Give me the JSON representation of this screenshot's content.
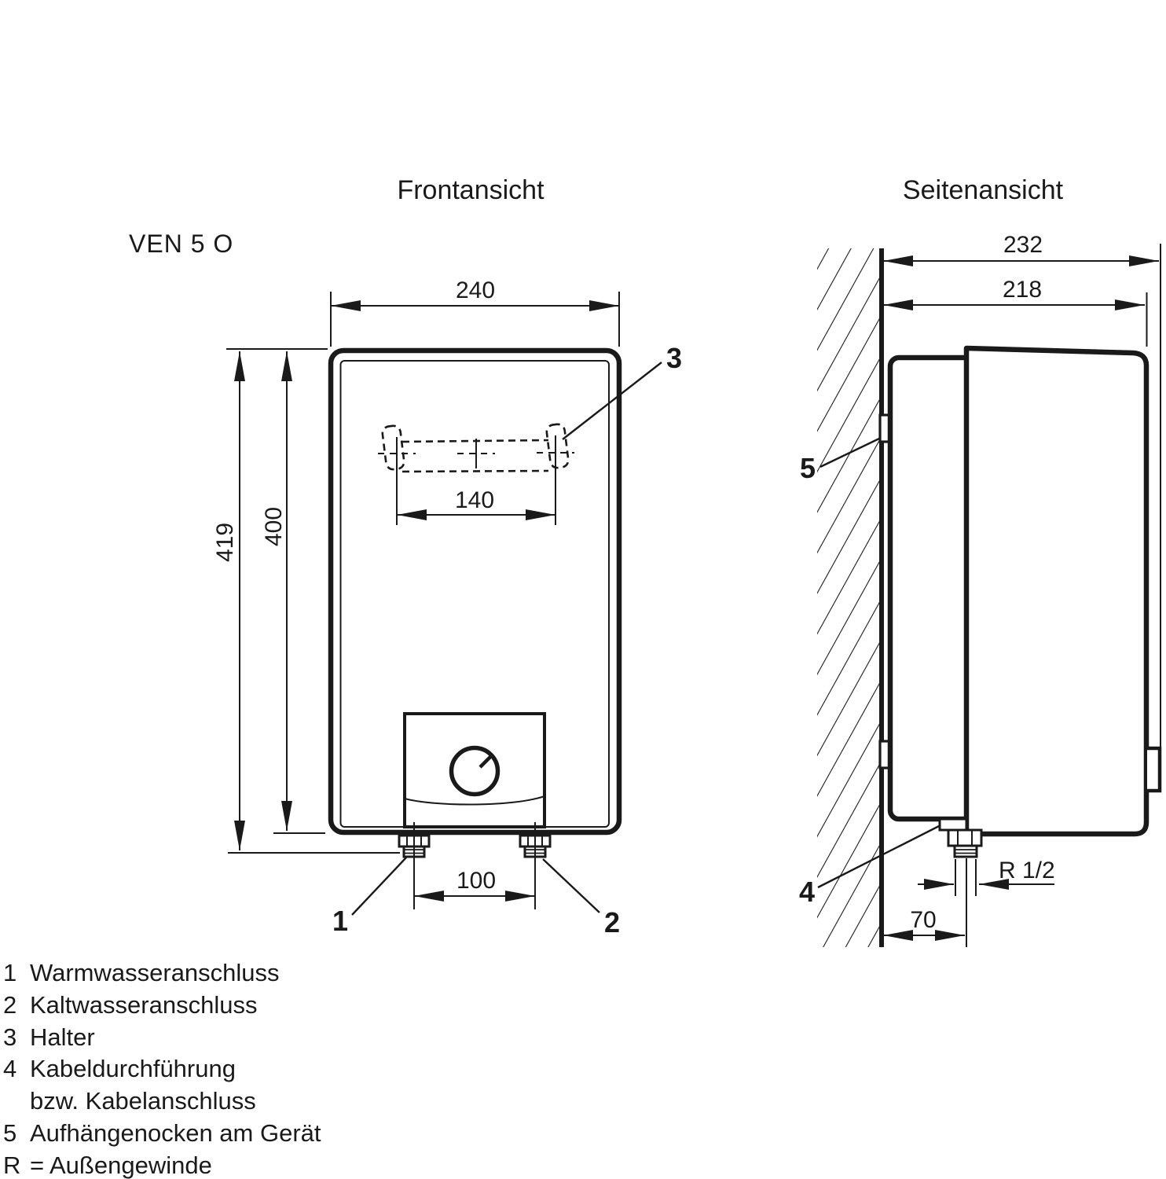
{
  "drawing": {
    "model": "VEN 5 O",
    "colors": {
      "ink": "#1a1a1a",
      "background": "#ffffff"
    },
    "views": {
      "front": {
        "title": "Frontansicht",
        "dim_width": "240",
        "dim_height_total": "419",
        "dim_height_body": "400",
        "dim_bracket_spacing": "140",
        "dim_pipe_spacing": "100",
        "callout_hot_water": "1",
        "callout_cold_water": "2",
        "callout_bracket": "3"
      },
      "side": {
        "title": "Seitenansicht",
        "dim_depth_total": "232",
        "dim_depth_body": "218",
        "dim_pipe_wall_offset": "70",
        "dim_thread": "R 1/2",
        "callout_cable": "4",
        "callout_cam": "5"
      }
    }
  },
  "legend": {
    "items": [
      {
        "key": "1",
        "text": "Warmwasseranschluss"
      },
      {
        "key": "2",
        "text": "Kaltwasseranschluss"
      },
      {
        "key": "3",
        "text": "Halter"
      },
      {
        "key": "4",
        "text": "Kabeldurchführung"
      },
      {
        "key": "",
        "text": "bzw. Kabelanschluss"
      },
      {
        "key": "5",
        "text": "Aufhängenocken am Gerät"
      },
      {
        "key": "R",
        "text": "= Außengewinde"
      }
    ]
  }
}
